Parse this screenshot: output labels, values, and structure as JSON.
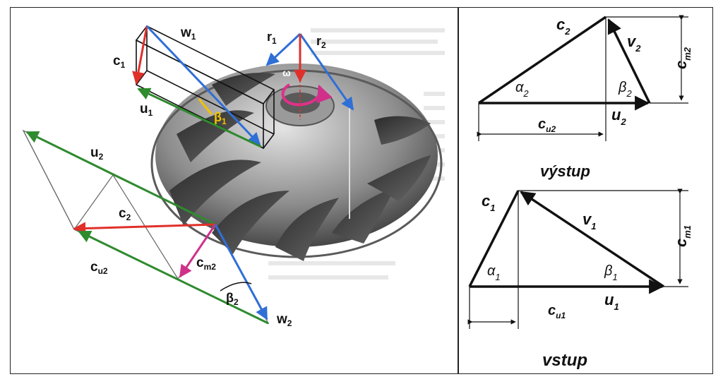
{
  "left_figure": {
    "labels": {
      "w1": "w",
      "w1_sub": "1",
      "c1": "c",
      "c1_sub": "1",
      "u1": "u",
      "u1_sub": "1",
      "beta1": "β",
      "beta1_sub": "1",
      "r1": "r",
      "r1_sub": "1",
      "r2": "r",
      "r2_sub": "2",
      "omega": "ω",
      "u2": "u",
      "u2_sub": "2",
      "c2": "c",
      "c2_sub": "2",
      "cu2": "c",
      "cu2_sub": "u2",
      "cm2": "c",
      "cm2_sub": "m2",
      "beta2": "β",
      "beta2_sub": "2",
      "w2": "w",
      "w2_sub": "2"
    },
    "colors": {
      "red": "#e0302a",
      "blue": "#2f6fd6",
      "green": "#2e8b2e",
      "magenta": "#d0308a",
      "yellow": "#f2c200",
      "impeller": "#7a7a7a"
    }
  },
  "outlet_triangle": {
    "caption": "výstup",
    "c": "c",
    "c_sub": "2",
    "v": "v",
    "v_sub": "2",
    "cm": "c",
    "cm_sub": "m2",
    "alpha": "α",
    "alpha_sub": "2",
    "beta": "β",
    "beta_sub": "2",
    "cu": "c",
    "cu_sub": "u2",
    "u": "u",
    "u_sub": "2"
  },
  "inlet_triangle": {
    "caption": "vstup",
    "c": "c",
    "c_sub": "1",
    "v": "v",
    "v_sub": "1",
    "cm": "c",
    "cm_sub": "m1",
    "alpha": "α",
    "alpha_sub": "1",
    "beta": "β",
    "beta_sub": "1",
    "cu": "c",
    "cu_sub": "u1",
    "u": "u",
    "u_sub": "1"
  }
}
